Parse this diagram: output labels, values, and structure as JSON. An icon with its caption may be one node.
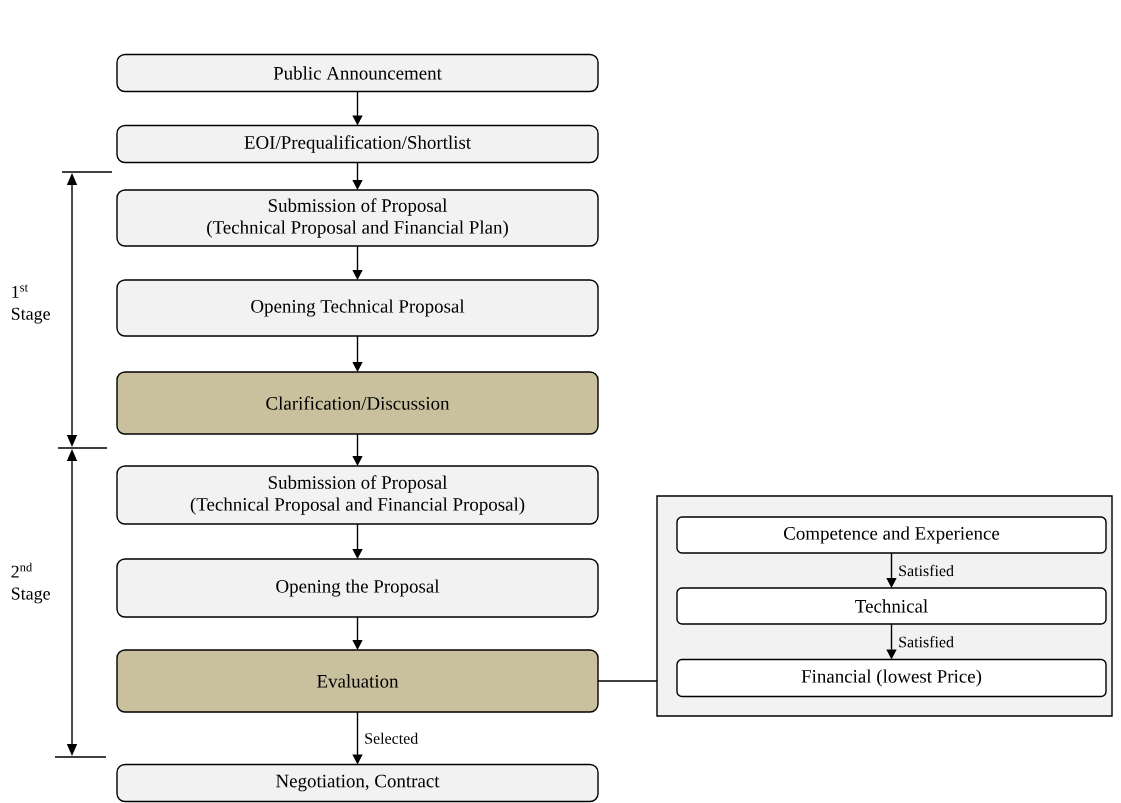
{
  "diagram": {
    "nodes": [
      {
        "text": [
          "Public Announcement"
        ]
      },
      {
        "text": [
          "EOI/Prequalification/Shortlist"
        ]
      },
      {
        "text": [
          "Submission of Proposal",
          "(Technical Proposal and Financial Plan)"
        ]
      },
      {
        "text": [
          "Opening Technical Proposal"
        ]
      },
      {
        "text": [
          "Clarification/Discussion"
        ]
      },
      {
        "text": [
          "Submission of Proposal",
          "(Technical Proposal and Financial Proposal)"
        ]
      },
      {
        "text": [
          "Opening the Proposal"
        ]
      },
      {
        "text": [
          "Evaluation"
        ]
      },
      {
        "text": [
          "Negotiation, Contract"
        ]
      },
      {
        "text": [],
        "shape": "box"
      },
      {
        "text": [
          "Competence and Experience"
        ],
        "in": 9
      },
      {
        "text": [
          "Technical"
        ],
        "in": 9
      },
      {
        "text": [
          "Financial (lowest Price)"
        ],
        "in": 9
      }
    ],
    "edges": [
      {
        "from": 0,
        "to": 1,
        "arrow": "to"
      },
      {
        "from": 1,
        "to": 2,
        "arrow": "to"
      },
      {
        "from": 2,
        "to": 3,
        "arrow": "to"
      },
      {
        "from": 3,
        "to": 4,
        "arrow": "to"
      },
      {
        "from": 4,
        "to": 5,
        "arrow": "to"
      },
      {
        "from": 5,
        "to": 6,
        "arrow": "to"
      },
      {
        "from": 6,
        "to": 7,
        "arrow": "to"
      },
      {
        "from": 7,
        "to": 8,
        "arrow": "to",
        "label": "Selected"
      },
      {
        "from": 7,
        "to": 9,
        "arrow": "none"
      },
      {
        "from": 10,
        "to": 11,
        "arrow": "to",
        "label": "Satisfied"
      },
      {
        "from": 11,
        "to": 12,
        "arrow": "to",
        "label": "Satisfied"
      }
    ],
    "labels": [
      "1$^{st}$ Stage",
      "2$^{nd}$ Stage"
    ]
  }
}
